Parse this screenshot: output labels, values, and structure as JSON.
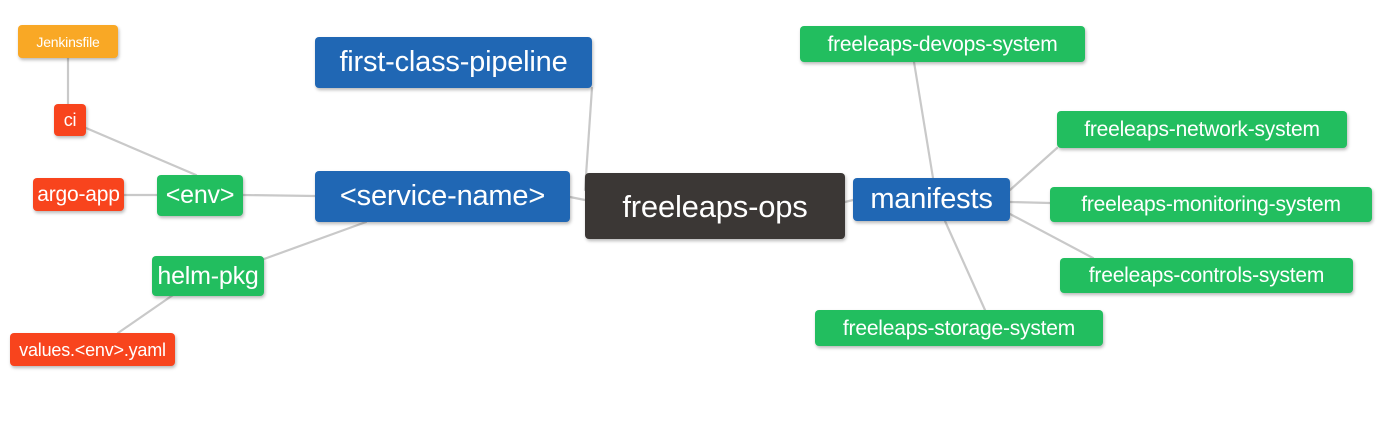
{
  "diagram": {
    "type": "mindmap",
    "title": "freeleaps-ops",
    "background": "#ffffff",
    "edge_color": "#c9c9c9",
    "palette": {
      "root": "#3b3735",
      "blue": "#2067b4",
      "green": "#22be5f",
      "orange": "#f9a825",
      "red": "#f8441d"
    }
  },
  "nodes": {
    "root": {
      "label": "freeleaps-ops",
      "color": "#3b3735"
    },
    "service_name": {
      "label": "<service-name>",
      "color": "#2067b4"
    },
    "first_class_pipeline": {
      "label": "first-class-pipeline",
      "color": "#2067b4"
    },
    "manifests": {
      "label": "manifests",
      "color": "#2067b4"
    },
    "env": {
      "label": "<env>",
      "color": "#22be5f"
    },
    "helm_pkg": {
      "label": "helm-pkg",
      "color": "#22be5f"
    },
    "jenkinsfile": {
      "label": "Jenkinsfile",
      "color": "#f9a825"
    },
    "ci": {
      "label": "ci",
      "color": "#f8441d"
    },
    "argo_app": {
      "label": "argo-app",
      "color": "#f8441d"
    },
    "values_yaml": {
      "label": "values.<env>.yaml",
      "color": "#f8441d"
    },
    "devops_system": {
      "label": "freeleaps-devops-system",
      "color": "#22be5f"
    },
    "network_system": {
      "label": "freeleaps-network-system",
      "color": "#22be5f"
    },
    "monitoring_system": {
      "label": "freeleaps-monitoring-system",
      "color": "#22be5f"
    },
    "controls_system": {
      "label": "freeleaps-controls-system",
      "color": "#22be5f"
    },
    "storage_system": {
      "label": "freeleaps-storage-system",
      "color": "#22be5f"
    }
  },
  "edges": [
    {
      "from": "root",
      "to": "service_name"
    },
    {
      "from": "root",
      "to": "first_class_pipeline"
    },
    {
      "from": "root",
      "to": "manifests"
    },
    {
      "from": "service_name",
      "to": "env"
    },
    {
      "from": "service_name",
      "to": "helm_pkg"
    },
    {
      "from": "env",
      "to": "ci"
    },
    {
      "from": "env",
      "to": "argo_app"
    },
    {
      "from": "ci",
      "to": "jenkinsfile"
    },
    {
      "from": "helm_pkg",
      "to": "values_yaml"
    },
    {
      "from": "manifests",
      "to": "devops_system"
    },
    {
      "from": "manifests",
      "to": "network_system"
    },
    {
      "from": "manifests",
      "to": "monitoring_system"
    },
    {
      "from": "manifests",
      "to": "controls_system"
    },
    {
      "from": "manifests",
      "to": "storage_system"
    }
  ]
}
